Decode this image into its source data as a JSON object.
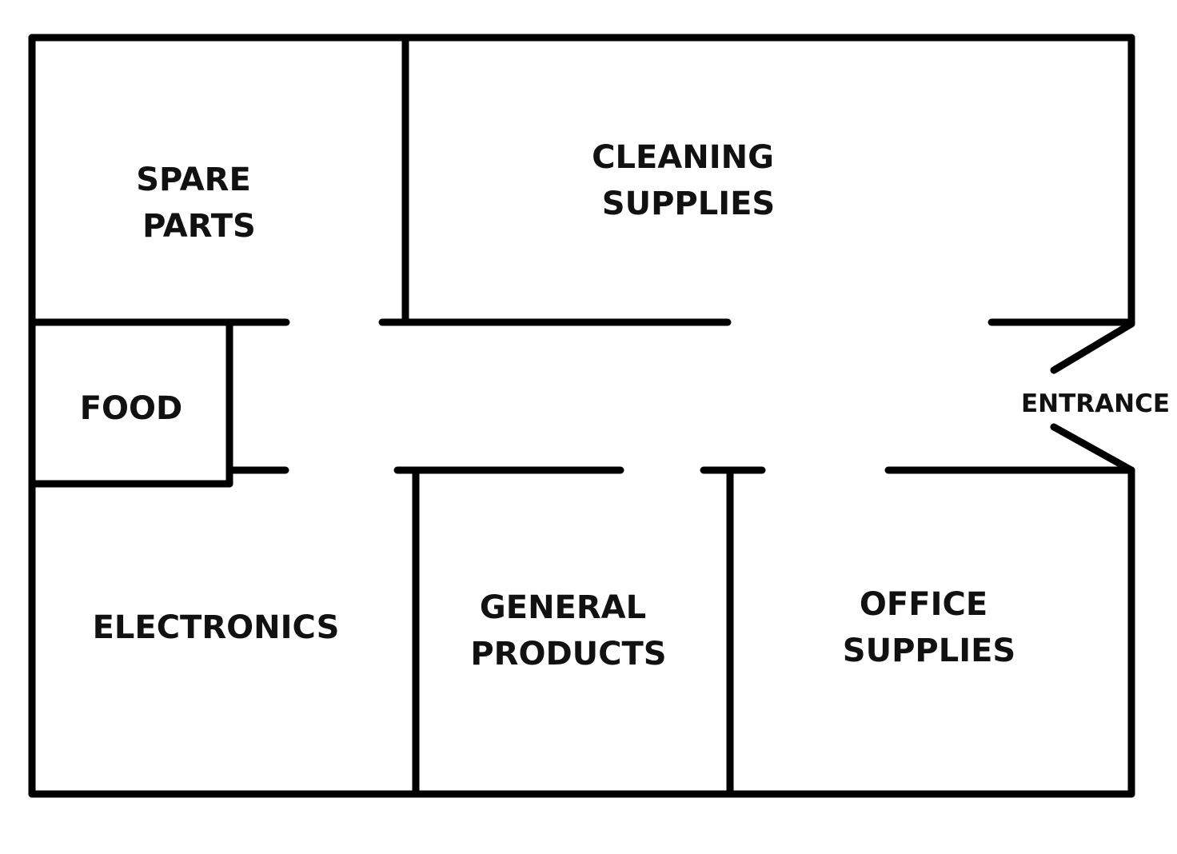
{
  "floor_plan": {
    "rooms": {
      "spare_parts": [
        "SPARE",
        "PARTS"
      ],
      "cleaning_supplies": [
        "CLEANING",
        "SUPPLIES"
      ],
      "food": [
        "FOOD"
      ],
      "electronics": [
        "ELECTRONICS"
      ],
      "general_products": [
        "GENERAL",
        "PRODUCTS"
      ],
      "office_supplies": [
        "OFFICE",
        "SUPPLIES"
      ]
    },
    "entrance_label": "ENTRANCE"
  }
}
